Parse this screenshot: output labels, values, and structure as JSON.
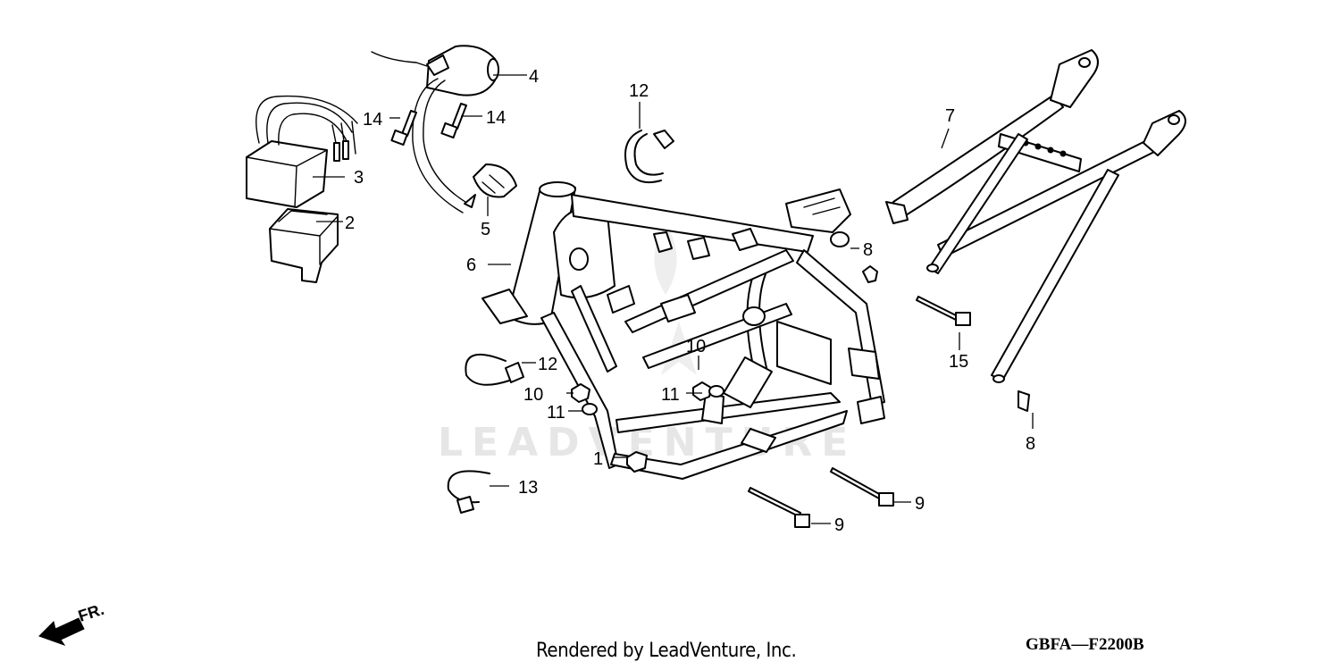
{
  "watermark": "LEADVENTURE",
  "callouts": [
    {
      "label": "1"
    },
    {
      "label": "2"
    },
    {
      "label": "3"
    },
    {
      "label": "4"
    },
    {
      "label": "5"
    },
    {
      "label": "6"
    },
    {
      "label": "7"
    },
    {
      "label": "8"
    },
    {
      "label": "8"
    },
    {
      "label": "9"
    },
    {
      "label": "9"
    },
    {
      "label": "10"
    },
    {
      "label": "10"
    },
    {
      "label": "11"
    },
    {
      "label": "11"
    },
    {
      "label": "12"
    },
    {
      "label": "12"
    },
    {
      "label": "13"
    },
    {
      "label": "14"
    },
    {
      "label": "14"
    },
    {
      "label": "15"
    }
  ],
  "front_indicator": {
    "label": "FR."
  },
  "footer": {
    "credit": "Rendered by LeadVenture, Inc.",
    "diagram_code": "GBFA—F2200B"
  },
  "colors": {
    "ink": "#000000",
    "background": "#ffffff",
    "watermark": "#e6e6e6"
  }
}
